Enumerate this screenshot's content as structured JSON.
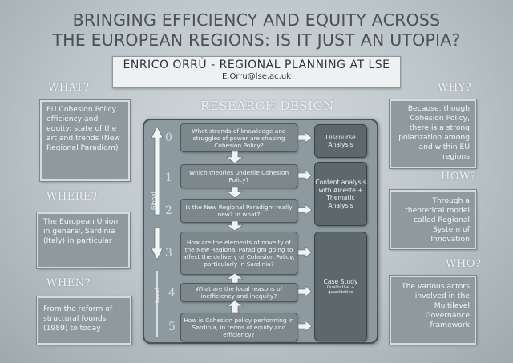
{
  "title": {
    "line1": "BRINGING EFFICIENCY AND EQUITY ACROSS",
    "line2": "THE EUROPEAN REGIONS: IS IT JUST AN UTOPIA?"
  },
  "author": {
    "name": "ENRICO ORRÙ - REGIONAL PLANNING AT LSE",
    "email": "E.Orru@lse.ac.uk"
  },
  "left": [
    {
      "heading": "WHAT?",
      "text": "EU Cohesion Policy efficiency and equity: state of the art and trends (New Regional Paradigm)"
    },
    {
      "heading": "WHERE?",
      "text": "The European Union in general, Sardinia (Italy) in particular"
    },
    {
      "heading": "WHEN?",
      "text": "From the reform of structural founds (1989) to today"
    }
  ],
  "right": [
    {
      "heading": "WHY?",
      "text": "Because, though Cohesion Policy, there is a strong polarization among and within EU regions"
    },
    {
      "heading": "HOW?",
      "text": "Through a theoretical model called Regional System of Innovation"
    },
    {
      "heading": "WHO?",
      "text": "The various actors involved in the Multilevel Governance framework"
    }
  ],
  "research_design": {
    "heading": "RESEARCH DESIGN",
    "global_label": "Global",
    "local_label": "Local",
    "questions": [
      {
        "num": "0",
        "text": "What strands of knowledge and struggles of power are shaping Cohesion Policy?"
      },
      {
        "num": "1",
        "text": "Which theories underlie Cohesion Policy?"
      },
      {
        "num": "2",
        "text": "Is the New Regional Paradigm really new? In what?"
      },
      {
        "num": "3",
        "text": "How are the elements of novelty of the New Regional Paradigm going to affect the delivery of Cohesion Policy, particularly in Sardinia?"
      },
      {
        "num": "4",
        "text": "What are the local reasons of inefficiency and inequity?"
      },
      {
        "num": "5",
        "text": "How is Cohesion policy performing in Sardinia, in terms of equity and efficiency?"
      }
    ],
    "methods": [
      {
        "title": "Discourse Analysis",
        "sub": ""
      },
      {
        "title": "Content analysis with Alceste + Thematic Analysis",
        "sub": ""
      },
      {
        "title": "Case Study",
        "sub": "Qualitative + quantitative"
      }
    ]
  }
}
